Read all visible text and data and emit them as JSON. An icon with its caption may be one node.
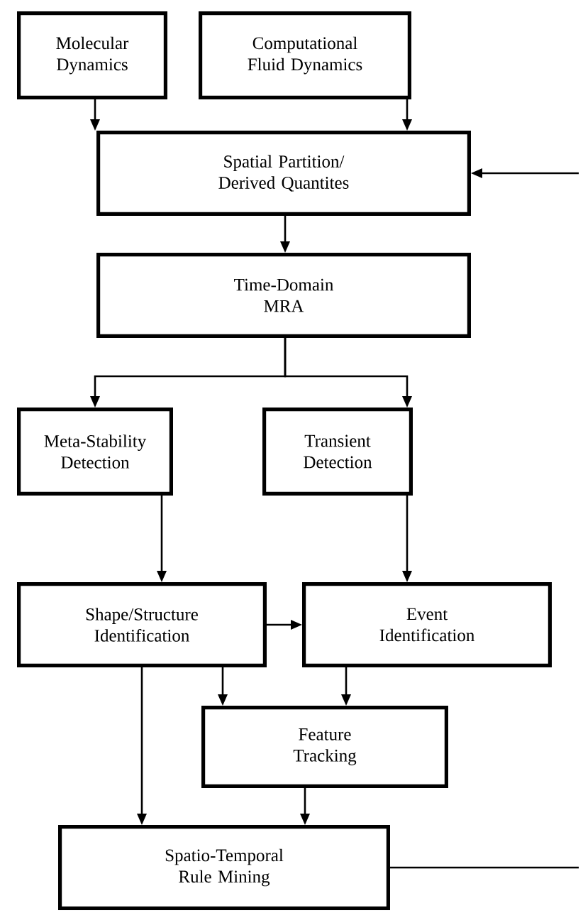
{
  "diagram": {
    "nodes": [
      {
        "text": [
          "Molecular Dynamics"
        ]
      },
      {
        "text": [
          "Computational Fluid Dynamics"
        ]
      },
      {
        "text": [
          "Spatial Partition/ Derived Quantites"
        ]
      },
      {
        "text": [
          "Time-Domain MRA"
        ]
      },
      {
        "text": [
          "Meta-Stability Detection"
        ]
      },
      {
        "text": [
          "Transient Detection"
        ]
      },
      {
        "text": [
          "Shape/Structure Identification"
        ]
      },
      {
        "text": [
          "Event Identification"
        ]
      },
      {
        "text": [
          "Feature Tracking"
        ]
      },
      {
        "text": [
          "Spatio-Temporal Rule Mining"
        ]
      }
    ],
    "edges": [
      {
        "from": 0,
        "to": 2,
        "arrow": "to"
      },
      {
        "from": 1,
        "to": 2,
        "arrow": "to"
      },
      {
        "from": null,
        "to": 2,
        "arrow": "to"
      },
      {
        "from": 2,
        "to": 3,
        "arrow": "to"
      },
      {
        "from": 3,
        "to": 4,
        "arrow": "to"
      },
      {
        "from": 3,
        "to": 5,
        "arrow": "to"
      },
      {
        "from": 4,
        "to": 6,
        "arrow": "to"
      },
      {
        "from": 5,
        "to": 7,
        "arrow": "to"
      },
      {
        "from": 6,
        "to": 7,
        "arrow": "to"
      },
      {
        "from": 6,
        "to": 8,
        "arrow": "to"
      },
      {
        "from": 7,
        "to": 8,
        "arrow": "to"
      },
      {
        "from": 6,
        "to": 9,
        "arrow": "to"
      },
      {
        "from": 8,
        "to": 9,
        "arrow": "to"
      },
      {
        "from": 9,
        "to": null,
        "arrow": "none"
      }
    ]
  }
}
